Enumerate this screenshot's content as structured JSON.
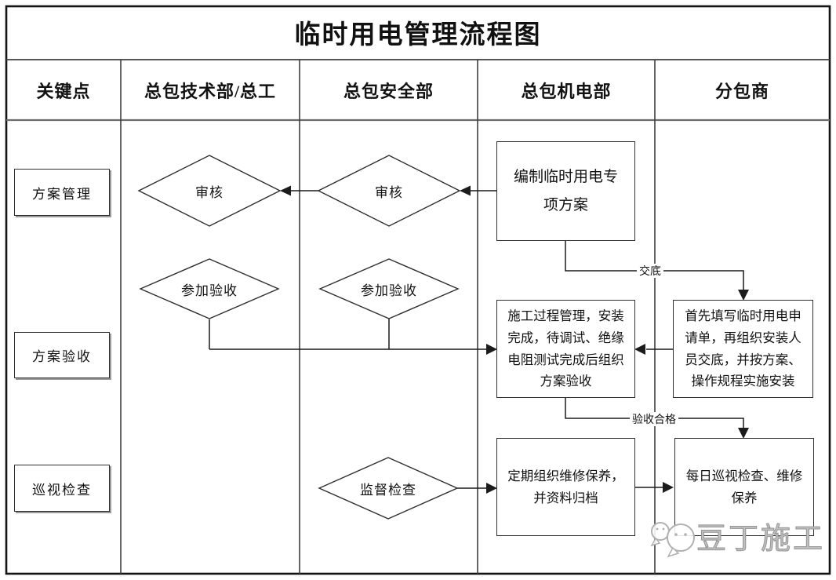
{
  "title": "临时用电管理流程图",
  "lanes": [
    {
      "label": "关键点"
    },
    {
      "label": "总包技术部/总工"
    },
    {
      "label": "总包安全部"
    },
    {
      "label": "总包机电部"
    },
    {
      "label": "分包商"
    }
  ],
  "key_points": [
    {
      "label": "方案管理"
    },
    {
      "label": "方案验收"
    },
    {
      "label": "巡视检查"
    }
  ],
  "decisions": {
    "review_tech": "审核",
    "review_safety": "审核",
    "join_acceptance_tech": "参加验收",
    "join_acceptance_safety": "参加验收",
    "supervise_inspection": "监督检查"
  },
  "processes": {
    "compile_plan": "编制临时用电专项方案",
    "construction_management": "施工过程管理，安装完成，待调试、绝缘电阻测试完成后组织方案验收",
    "fill_application": "首先填写临时用电申请单，再组织安装人员交底，并按方案、操作规程实施安装",
    "regular_maintenance": "定期组织维修保养，并资料归档",
    "daily_inspection": "每日巡视检查、维修保养"
  },
  "edge_labels": {
    "handover": "交底",
    "acceptance_passed": "验收合格"
  },
  "watermark": {
    "text": "豆丁施工",
    "icon": "chat-bubbles-icon"
  },
  "colors": {
    "line": "#1c1c1c",
    "frame": "#141414",
    "lane_divider": "#3f3f3f",
    "watermark": "#b5b5b5",
    "background": "#ffffff"
  }
}
